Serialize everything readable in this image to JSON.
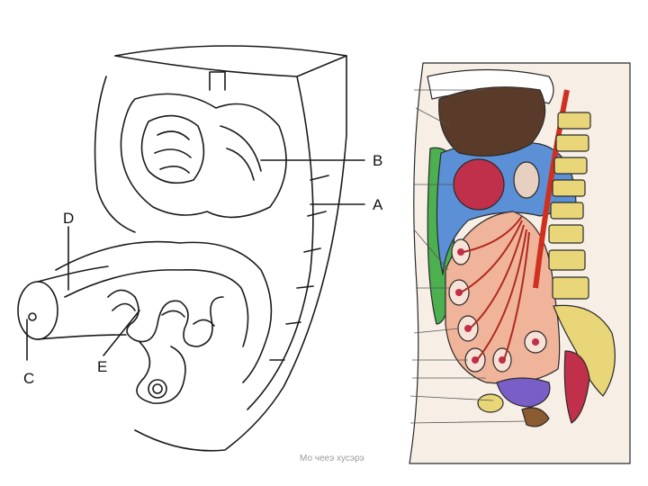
{
  "left_figure": {
    "labels": {
      "a": "A",
      "b": "B",
      "c": "C",
      "d": "D",
      "e": "E"
    }
  },
  "right_figure": {
    "credit": "Мо чееэ хусэрэ"
  },
  "colors": {
    "ink": "#1a1a1a",
    "liver": "#5a3a28",
    "peritoneum_blue": "#5b8fd6",
    "omentum_green": "#4caf50",
    "mesentery_salmon": "#f0b49a",
    "aorta_red": "#d03020",
    "spine_yellow": "#e8d678",
    "bladder_purple": "#7a5ec8",
    "kidney_crimson": "#c0304a"
  }
}
